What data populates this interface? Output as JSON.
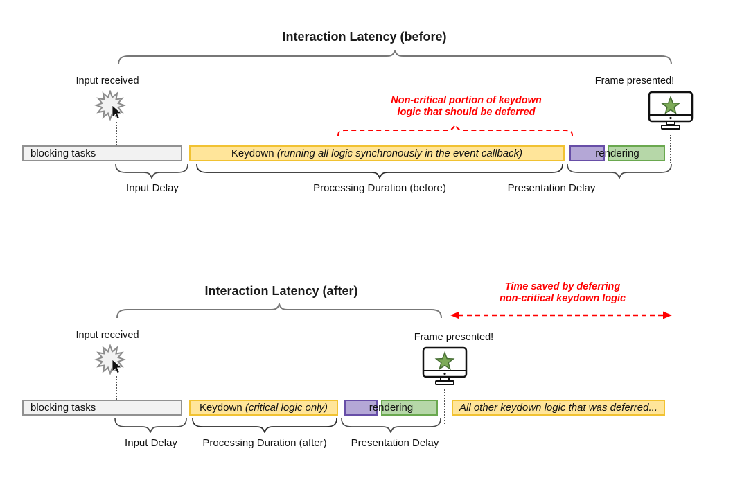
{
  "colors": {
    "task_yellow_fill": "#ffe59a",
    "task_yellow_border": "#f1c232",
    "purple_fill": "#b4a7d6",
    "purple_border": "#674ea7",
    "green_fill": "#b6d7a8",
    "green_border": "#6aa84f",
    "gray_fill": "#f2f2f2",
    "gray_border": "#919191",
    "annotation_red": "#ff0000",
    "brace_gray": "#4a4a4a"
  },
  "before": {
    "title": "Interaction Latency (before)",
    "input_label": "Input received",
    "frame_label": "Frame presented!",
    "annotation": {
      "line1": "Non-critical portion of keydown",
      "line2": "logic that should be deferred"
    },
    "bars": {
      "blocking": "blocking tasks",
      "keydown_prefix": "Keydown ",
      "keydown_italic": "(running all logic synchronously in the event callback)",
      "rendering": "rendering"
    },
    "braces": {
      "input_delay": "Input Delay",
      "processing": "Processing Duration (before)",
      "presentation": "Presentation Delay"
    }
  },
  "after": {
    "title": "Interaction Latency (after)",
    "input_label": "Input received",
    "frame_label": "Frame presented!",
    "annotation": {
      "line1": "Time saved by deferring",
      "line2": "non-critical keydown logic"
    },
    "bars": {
      "blocking": "blocking tasks",
      "keydown_prefix": "Keydown ",
      "keydown_italic": "(critical logic only)",
      "rendering": "rendering",
      "deferred": "All other keydown logic that was deferred..."
    },
    "braces": {
      "input_delay": "Input Delay",
      "processing": "Processing Duration (after)",
      "presentation": "Presentation Delay"
    }
  }
}
